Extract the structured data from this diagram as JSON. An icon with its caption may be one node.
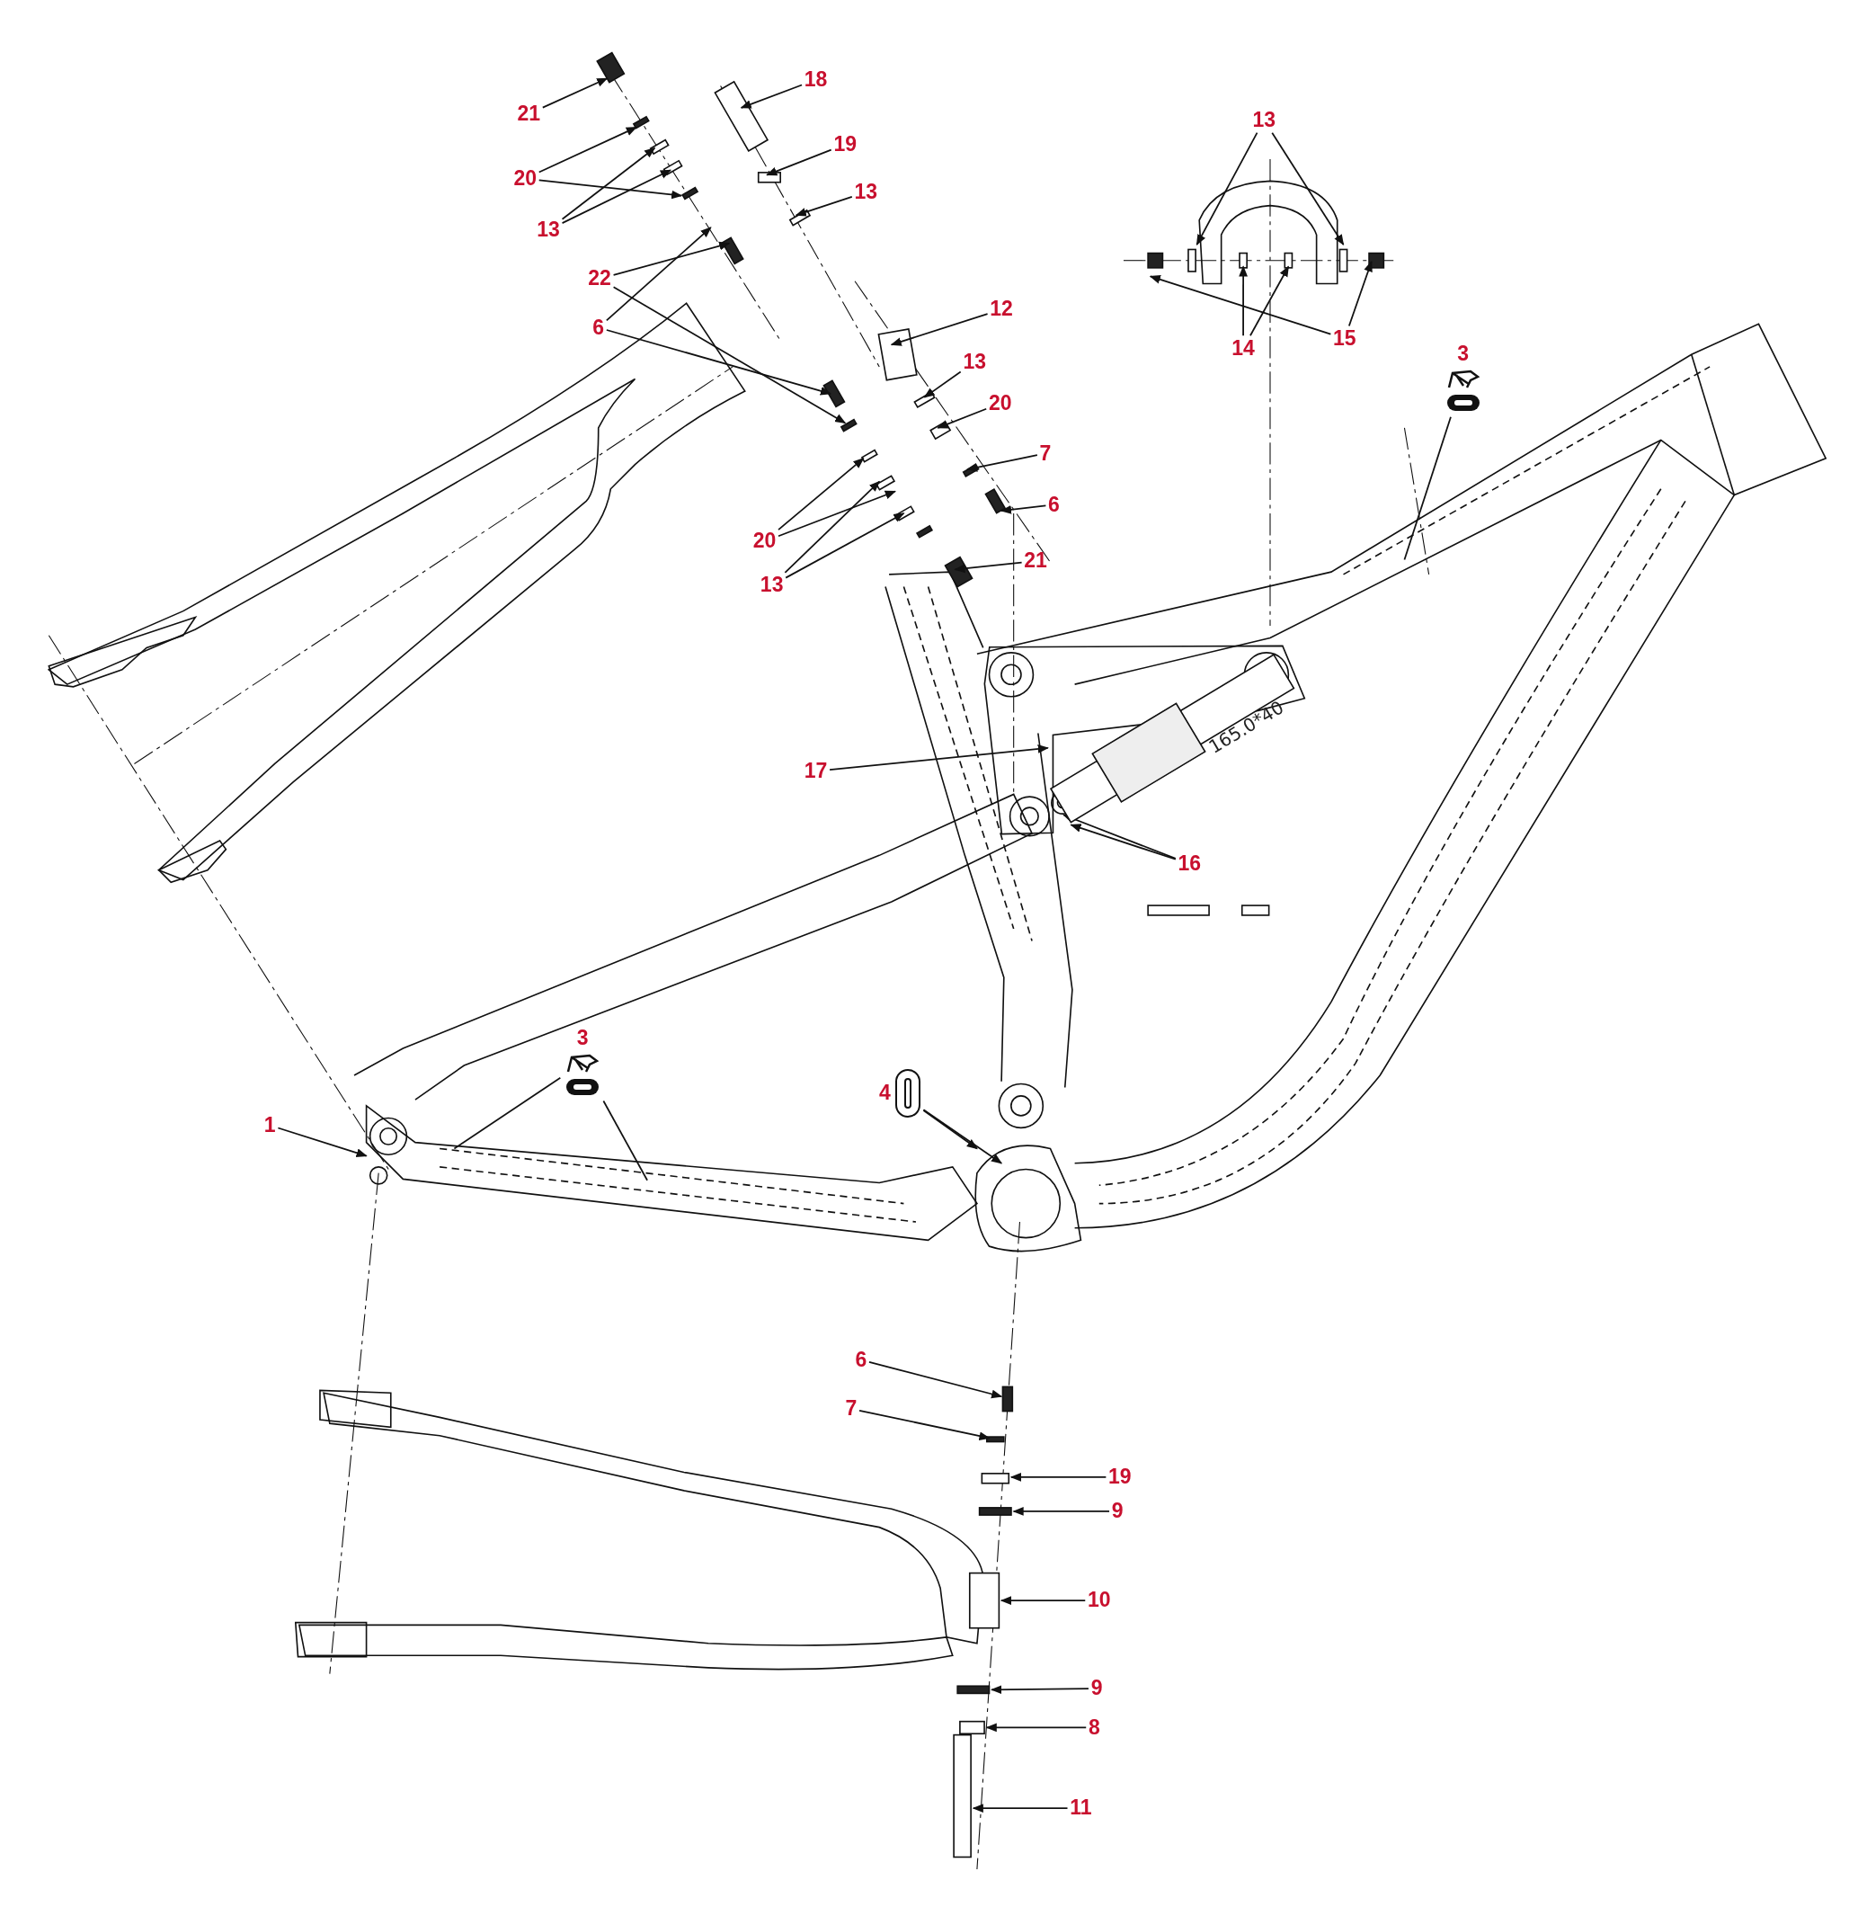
{
  "diagram": {
    "nodes": [
      {
        "text": [
          "21"
        ]
      },
      {
        "text": [
          "18"
        ]
      },
      {
        "text": [
          "20"
        ]
      },
      {
        "text": [
          "13"
        ]
      },
      {
        "text": [
          "19"
        ]
      },
      {
        "text": [
          "13"
        ]
      },
      {
        "text": [
          "22"
        ]
      },
      {
        "text": [
          "6"
        ]
      },
      {
        "text": [
          "12"
        ]
      },
      {
        "text": [
          "13"
        ]
      },
      {
        "text": [
          "20"
        ]
      },
      {
        "text": [
          "7"
        ]
      },
      {
        "text": [
          "6"
        ]
      },
      {
        "text": [
          "20"
        ]
      },
      {
        "text": [
          "13"
        ]
      },
      {
        "text": [
          "21"
        ]
      },
      {
        "text": [
          "13"
        ]
      },
      {
        "text": [
          "14"
        ]
      },
      {
        "text": [
          "15"
        ]
      },
      {
        "text": [
          "3"
        ]
      },
      {
        "text": [
          "17"
        ]
      },
      {
        "text": [
          "16"
        ]
      },
      {
        "text": [
          "3"
        ]
      },
      {
        "text": [
          "4"
        ]
      },
      {
        "text": [
          "1"
        ]
      },
      {
        "text": [
          "6"
        ]
      },
      {
        "text": [
          "7"
        ]
      },
      {
        "text": [
          "19"
        ]
      },
      {
        "text": [
          "9"
        ]
      },
      {
        "text": [
          "10"
        ]
      },
      {
        "text": [
          "9"
        ]
      },
      {
        "text": [
          "8"
        ]
      },
      {
        "text": [
          "11"
        ]
      },
      {
        "text": [],
        "shape": "picture"
      },
      {
        "text": [
          "165.0*40"
        ]
      }
    ],
    "edges": [
      {
        "from": 0,
        "to": null,
        "arrow": "to"
      },
      {
        "from": 1,
        "to": null,
        "arrow": "to"
      },
      {
        "from": 2,
        "to": null,
        "arrow": "to"
      },
      {
        "from": 2,
        "to": null,
        "arrow": "to"
      },
      {
        "from": 3,
        "to": null,
        "arrow": "to"
      },
      {
        "from": 3,
        "to": null,
        "arrow": "to"
      },
      {
        "from": 4,
        "to": null,
        "arrow": "to"
      },
      {
        "from": 5,
        "to": null,
        "arrow": "to"
      },
      {
        "from": 6,
        "to": null,
        "arrow": "to"
      },
      {
        "from": 6,
        "to": null,
        "arrow": "to"
      },
      {
        "from": 7,
        "to": null,
        "arrow": "to"
      },
      {
        "from": 7,
        "to": null,
        "arrow": "to"
      },
      {
        "from": 8,
        "to": null,
        "arrow": "to"
      },
      {
        "from": 9,
        "to": null,
        "arrow": "to"
      },
      {
        "from": 10,
        "to": null,
        "arrow": "to"
      },
      {
        "from": 11,
        "to": null,
        "arrow": "to"
      },
      {
        "from": 12,
        "to": null,
        "arrow": "to"
      },
      {
        "from": 13,
        "to": null,
        "arrow": "to"
      },
      {
        "from": 13,
        "to": null,
        "arrow": "to"
      },
      {
        "from": 14,
        "to": null,
        "arrow": "to"
      },
      {
        "from": 14,
        "to": null,
        "arrow": "to"
      },
      {
        "from": 15,
        "to": null,
        "arrow": "to"
      },
      {
        "from": 16,
        "to": null,
        "arrow": "to"
      },
      {
        "from": 16,
        "to": null,
        "arrow": "to"
      },
      {
        "from": 17,
        "to": null,
        "arrow": "to"
      },
      {
        "from": 17,
        "to": null,
        "arrow": "to"
      },
      {
        "from": 18,
        "to": null,
        "arrow": "to"
      },
      {
        "from": 18,
        "to": null,
        "arrow": "to"
      },
      {
        "from": 19,
        "to": null,
        "arrow": "none"
      },
      {
        "from": 20,
        "to": 33,
        "arrow": "to"
      },
      {
        "from": 21,
        "to": 34,
        "arrow": "to"
      },
      {
        "from": 21,
        "to": 34,
        "arrow": "to"
      },
      {
        "from": 22,
        "to": null,
        "arrow": "none"
      },
      {
        "from": 22,
        "to": null,
        "arrow": "none"
      },
      {
        "from": 23,
        "to": null,
        "arrow": "to"
      },
      {
        "from": 23,
        "to": null,
        "arrow": "to"
      },
      {
        "from": 24,
        "to": null,
        "arrow": "to"
      },
      {
        "from": 25,
        "to": null,
        "arrow": "to"
      },
      {
        "from": 26,
        "to": null,
        "arrow": "to"
      },
      {
        "from": 27,
        "to": null,
        "arrow": "to"
      },
      {
        "from": 28,
        "to": null,
        "arrow": "to"
      },
      {
        "from": 29,
        "to": null,
        "arrow": "to"
      },
      {
        "from": 30,
        "to": null,
        "arrow": "to"
      },
      {
        "from": 31,
        "to": null,
        "arrow": "to"
      },
      {
        "from": 32,
        "to": null,
        "arrow": "to"
      }
    ]
  }
}
